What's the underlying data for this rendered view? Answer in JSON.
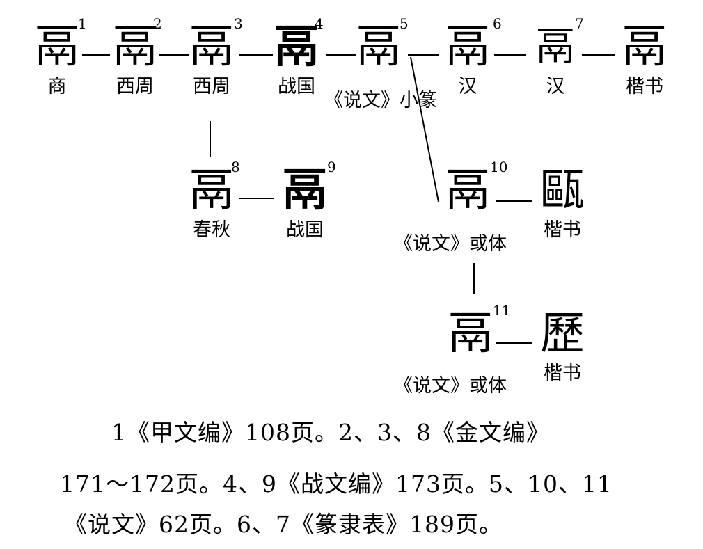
{
  "nodes": [
    {
      "id": "1",
      "glyph": "鬲",
      "number": "1",
      "label": "商"
    },
    {
      "id": "2",
      "glyph": "鬲",
      "number": "2",
      "label": "西周"
    },
    {
      "id": "3",
      "glyph": "鬲",
      "number": "3",
      "label": "西周"
    },
    {
      "id": "4",
      "glyph": "鬲",
      "number": "4",
      "label": "战国"
    },
    {
      "id": "5",
      "glyph": "鬲",
      "number": "5",
      "label": "《说文》小篆"
    },
    {
      "id": "6",
      "glyph": "鬲",
      "number": "6",
      "label": "汉"
    },
    {
      "id": "7",
      "glyph": "鬲",
      "number": "7",
      "label": "汉"
    },
    {
      "id": "k1",
      "glyph": "鬲",
      "number": "",
      "label": "楷书"
    },
    {
      "id": "8",
      "glyph": "鬲",
      "number": "8",
      "label": "春秋"
    },
    {
      "id": "9",
      "glyph": "鬲",
      "number": "9",
      "label": "战国"
    },
    {
      "id": "10",
      "glyph": "鬲",
      "number": "10",
      "label": "《说文》或体"
    },
    {
      "id": "k2",
      "glyph": "甌",
      "number": "",
      "label": "楷书"
    },
    {
      "id": "11",
      "glyph": "鬲",
      "number": "11",
      "label": "《说文》或体"
    },
    {
      "id": "k3",
      "glyph": "歷",
      "number": "",
      "label": "楷书"
    }
  ],
  "notes": [
    "1《甲文编》108页。2、3、8《金文编》",
    "171～172页。4、9《战文编》173页。5、10、11",
    "《说文》62页。6、7《篆隶表》189页。"
  ]
}
